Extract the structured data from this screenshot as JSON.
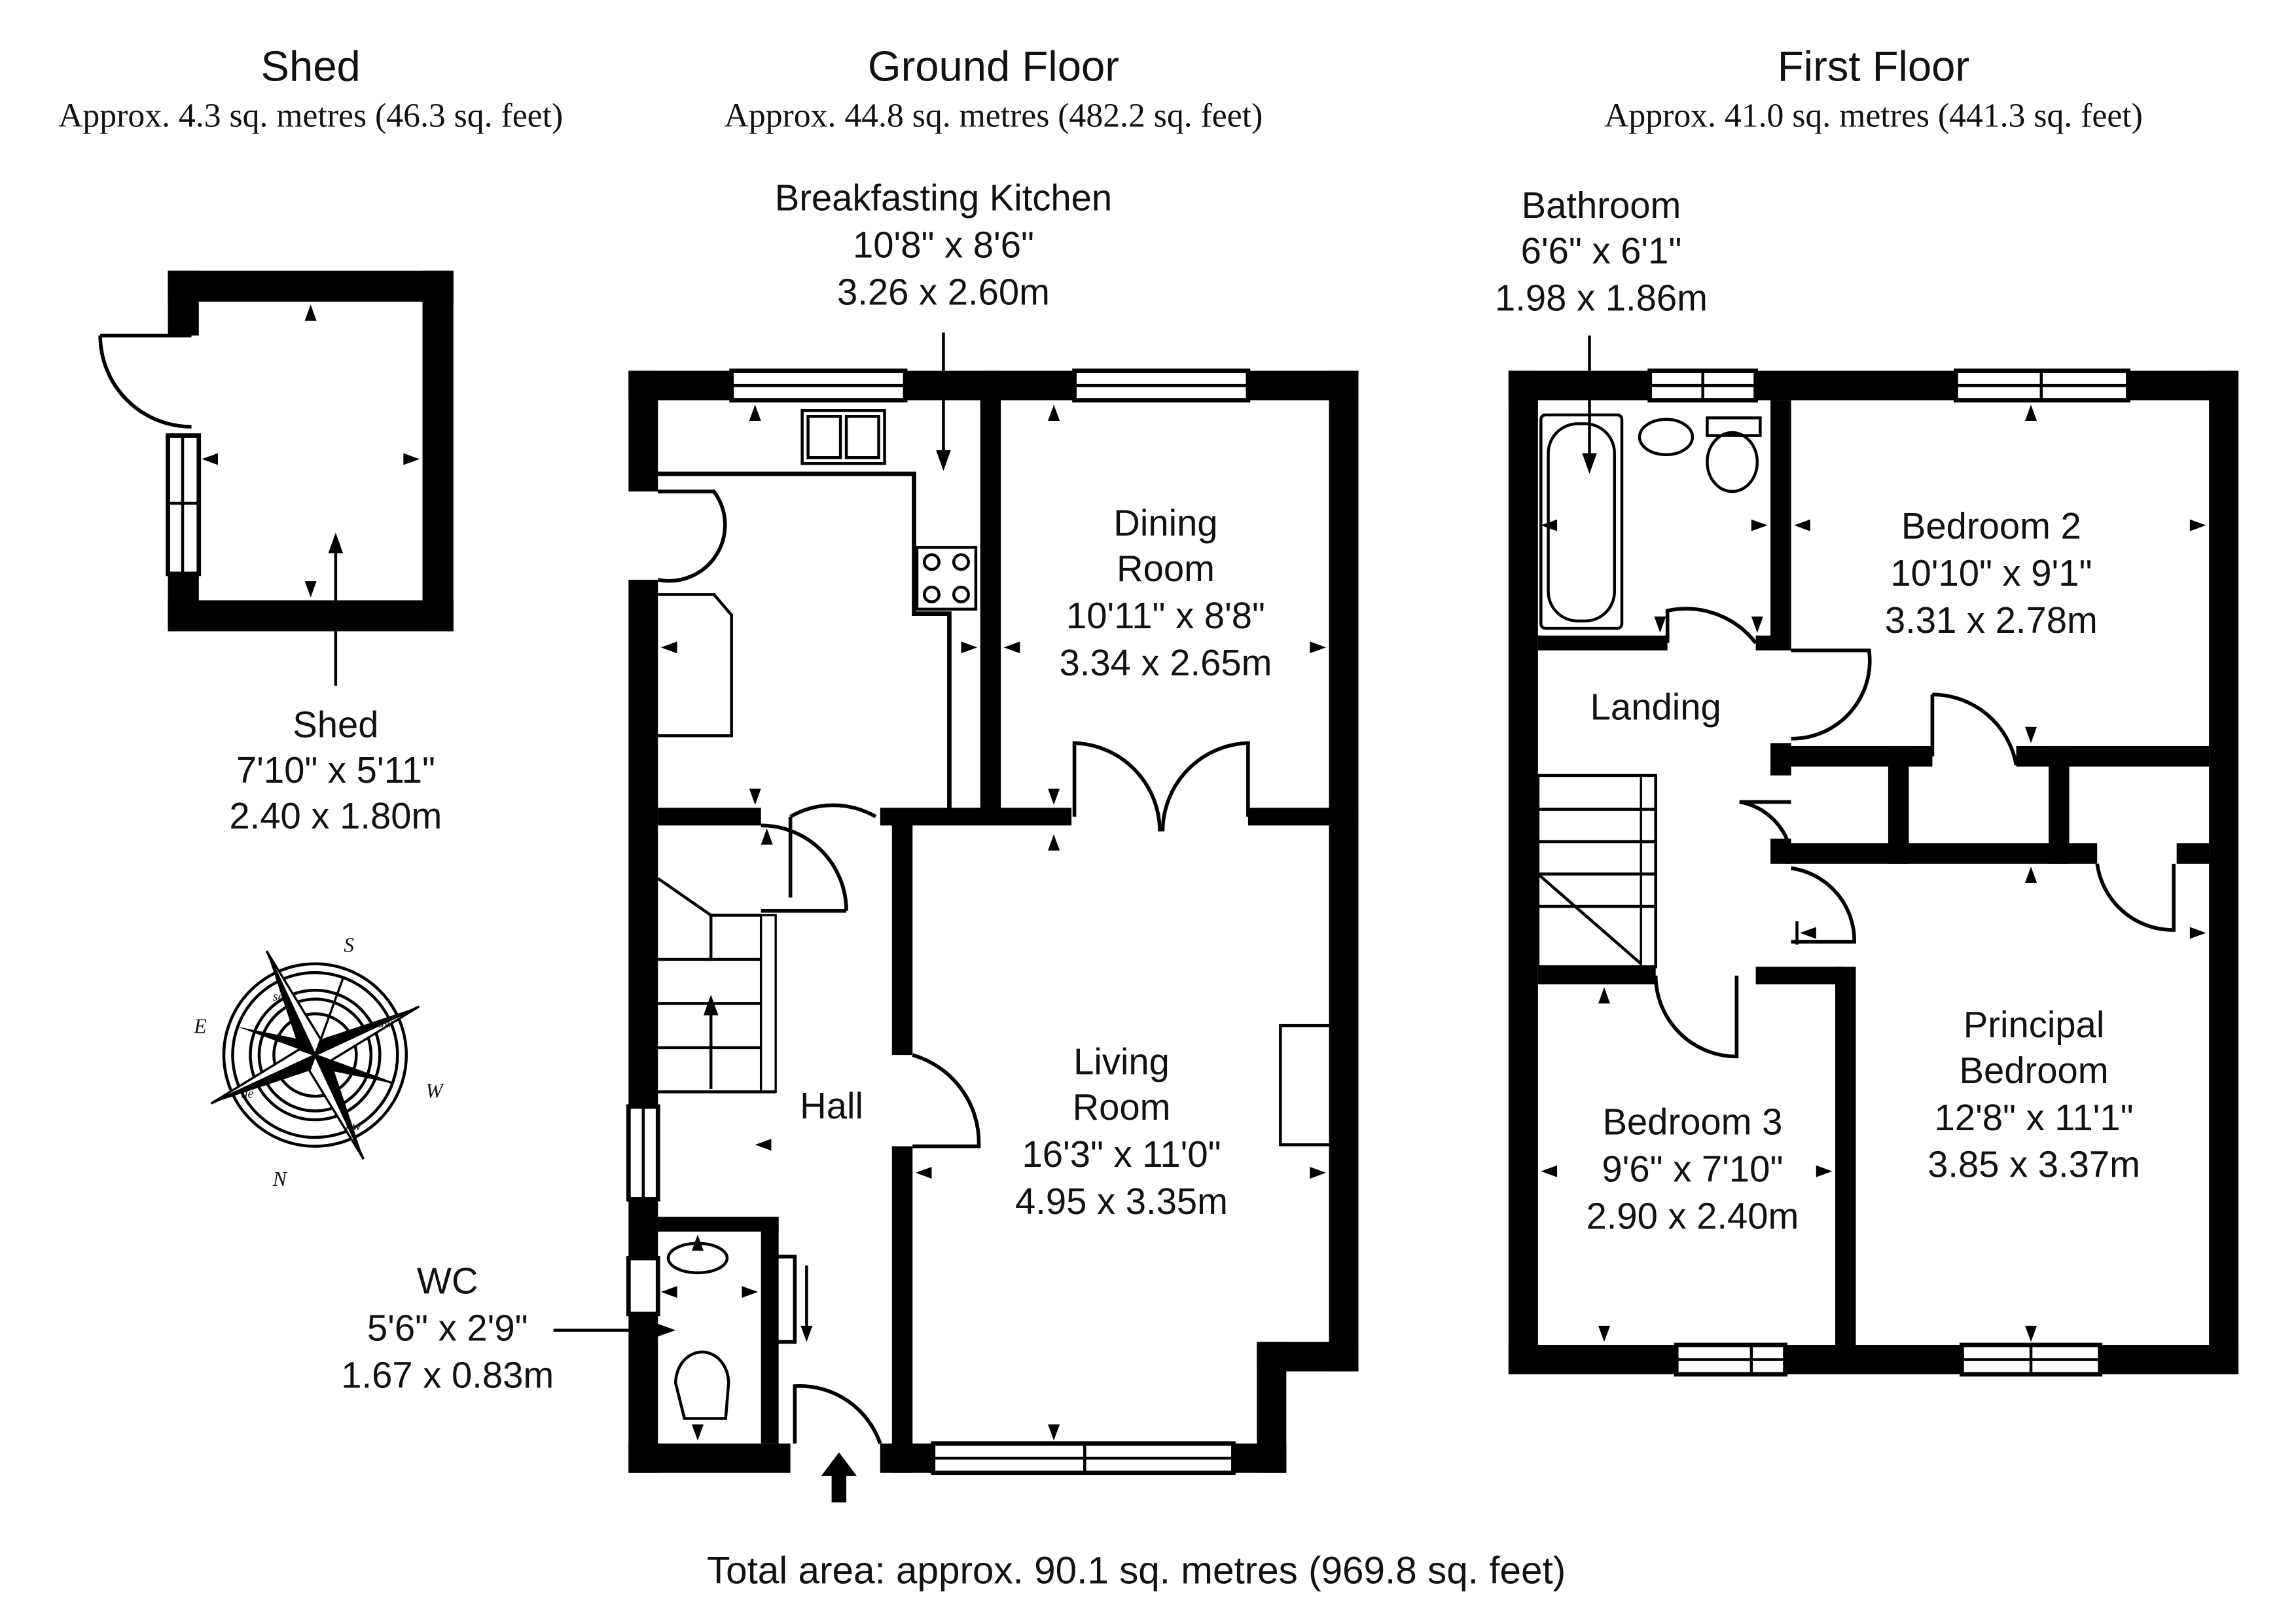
{
  "sections": {
    "shed": {
      "title": "Shed",
      "area": "Approx. 4.3 sq. metres (46.3 sq. feet)"
    },
    "ground": {
      "title": "Ground Floor",
      "area": "Approx. 44.8 sq. metres (482.2 sq. feet)"
    },
    "first": {
      "title": "First Floor",
      "area": "Approx. 41.0 sq. metres (441.3 sq. feet)"
    }
  },
  "rooms": {
    "shed": {
      "name": "Shed",
      "imperial": "7'10\" x 5'11\"",
      "metric": "2.40 x 1.80m"
    },
    "kitchen": {
      "name": "Breakfasting Kitchen",
      "imperial": "10'8\" x 8'6\"",
      "metric": "3.26 x 2.60m"
    },
    "dining": {
      "name1": "Dining",
      "name2": "Room",
      "imperial": "10'11\" x 8'8\"",
      "metric": "3.34 x 2.65m"
    },
    "living": {
      "name1": "Living",
      "name2": "Room",
      "imperial": "16'3\" x 11'0\"",
      "metric": "4.95 x 3.35m"
    },
    "hall": {
      "name": "Hall"
    },
    "wc": {
      "name": "WC",
      "imperial": "5'6\" x 2'9\"",
      "metric": "1.67 x 0.83m"
    },
    "bathroom": {
      "name": "Bathroom",
      "imperial": "6'6\" x 6'1\"",
      "metric": "1.98 x 1.86m"
    },
    "bedroom2": {
      "name": "Bedroom 2",
      "imperial": "10'10\" x 9'1\"",
      "metric": "3.31 x 2.78m"
    },
    "landing": {
      "name": "Landing"
    },
    "bedroom3": {
      "name": "Bedroom 3",
      "imperial": "9'6\" x 7'10\"",
      "metric": "2.90 x 2.40m"
    },
    "principal": {
      "name1": "Principal",
      "name2": "Bedroom",
      "imperial": "12'8\" x 11'1\"",
      "metric": "3.85 x 3.37m"
    }
  },
  "compass": {
    "n": "N",
    "s": "S",
    "e": "E",
    "w": "W",
    "ne": "ne",
    "nw": "nw",
    "se": "se",
    "sw": "sw"
  },
  "total": "Total area: approx. 90.1 sq. metres (969.8 sq. feet)"
}
